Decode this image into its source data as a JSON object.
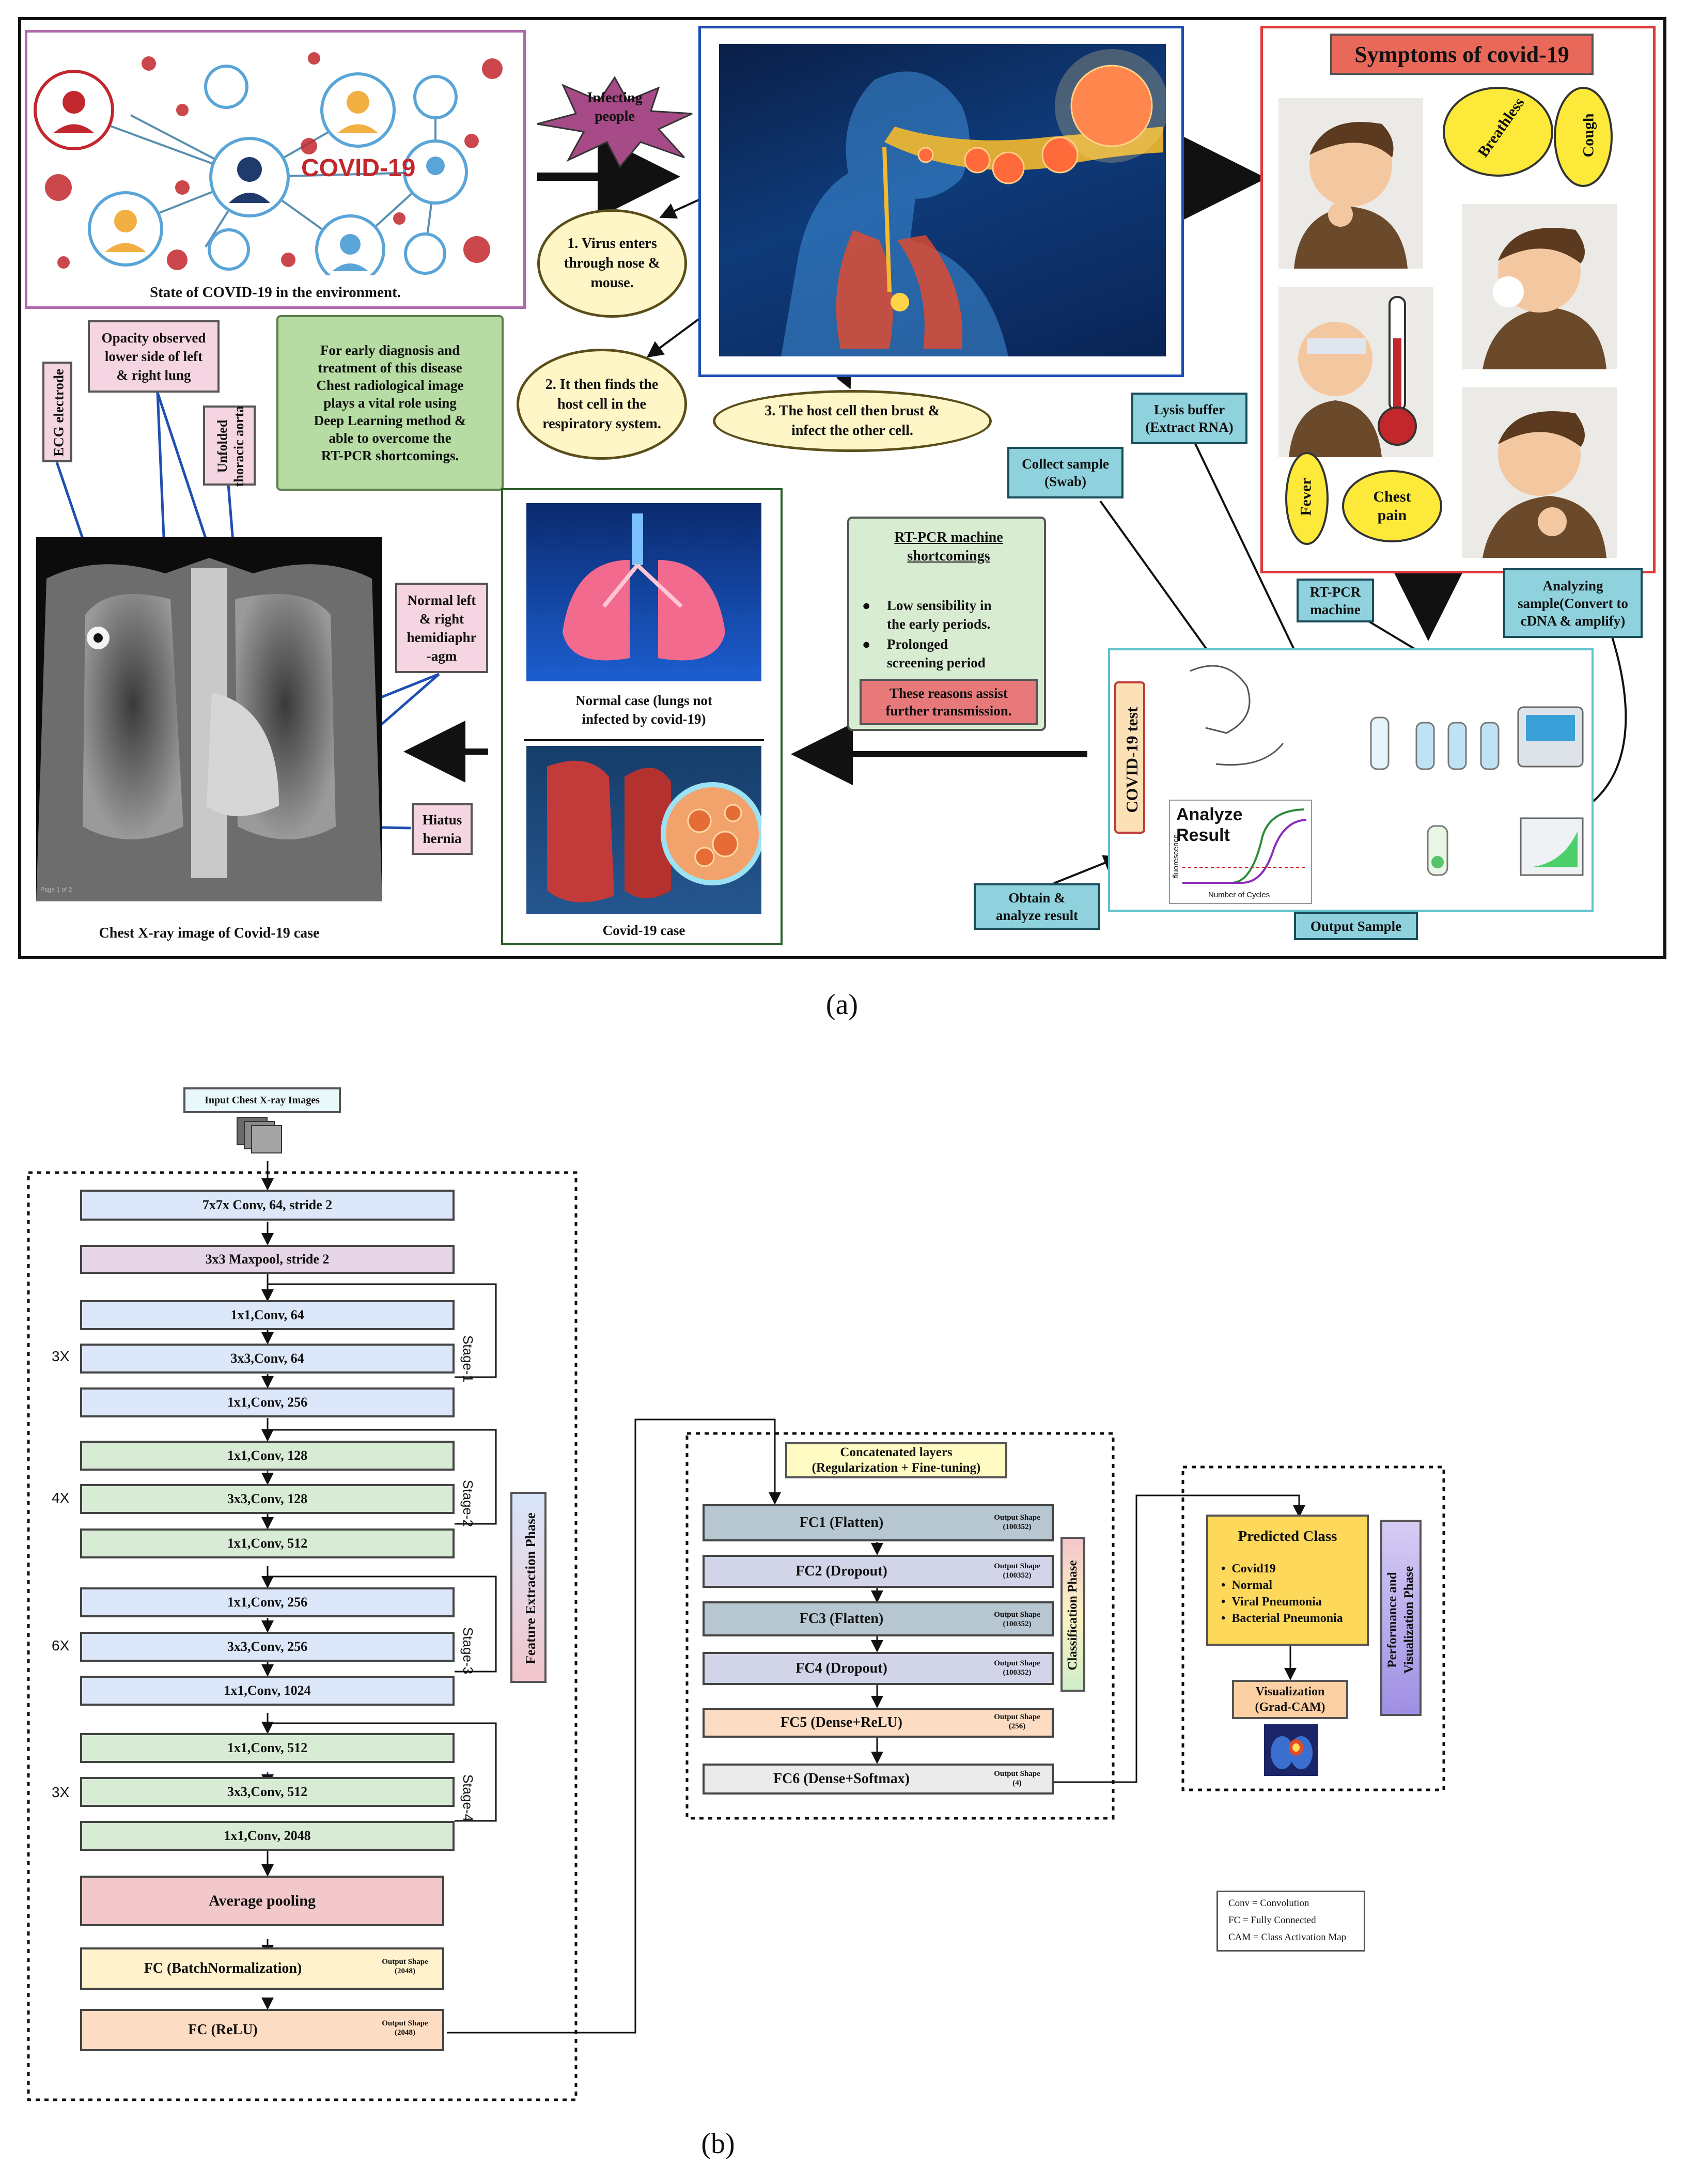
{
  "caption_a": "(a)",
  "caption_b": "(b)",
  "part_a": {
    "environment_caption": "State of COVID-19 in the environment.",
    "covid_label": "COVID-19",
    "infecting_people": [
      "Infecting",
      "people"
    ],
    "callout_1": [
      "1. Virus enters",
      "through nose &",
      "mouse."
    ],
    "callout_2": [
      "2. It then finds the",
      "host cell in the",
      "respiratory system."
    ],
    "callout_3": [
      "3. The host cell then brust &",
      "infect the other cell."
    ],
    "symptoms_title": "Symptoms of covid-19",
    "symptoms": {
      "breathless": "Breathless",
      "cough": "Cough",
      "fever": "Fever",
      "chest_pain": [
        "Chest",
        "pain"
      ]
    },
    "early_diagnosis_note": [
      "For early diagnosis and",
      "treatment of this disease",
      "Chest radiological image",
      "plays a vital role using",
      "Deep Learning method &",
      "able to overcome the",
      "RT-PCR shortcomings."
    ],
    "xray_labels": {
      "opacity": [
        "Opacity observed",
        "lower side of left",
        "& right lung"
      ],
      "ecg": "ECG electrode",
      "aorta": [
        "Unfolded",
        "thoracic aorta"
      ],
      "hemidiaphragm": [
        "Normal left",
        "& right",
        "hemidiaphr",
        "-agm"
      ],
      "hiatus": [
        "Hiatus",
        "hernia"
      ]
    },
    "xray_caption": "Chest X-ray image of Covid-19 case",
    "xray_page_text": "Page 1 of 2",
    "normal_case": [
      "Normal case (lungs not",
      "infected by covid-19)"
    ],
    "covid_case": "Covid-19  case",
    "shortcomings": {
      "title": [
        "RT-PCR machine",
        "shortcomings"
      ],
      "bullets": [
        [
          "Low  sensibility  in",
          "the early periods."
        ],
        [
          "Prolonged",
          "screening period"
        ]
      ],
      "warning": [
        "These reasons assist",
        "further transmission."
      ]
    },
    "collect_sample": [
      "Collect sample",
      "(Swab)"
    ],
    "lysis_buffer": [
      "Lysis buffer",
      "(Extract RNA)"
    ],
    "rtpcr_machine": [
      "RT-PCR",
      "machine"
    ],
    "analyzing_sample": [
      "Analyzing",
      "sample(Convert to",
      "cDNA & amplify)"
    ],
    "covid_test": "COVID-19 test",
    "analyze_result": [
      "Analyze",
      "Result"
    ],
    "graph_ylabel": "fluorescence",
    "graph_xlabel": "Number of Cycles",
    "obtain_result": [
      "Obtain &",
      "analyze result"
    ],
    "output_sample": "Output Sample"
  },
  "part_b": {
    "input_label": "Input Chest X-ray Images",
    "layers": {
      "conv7": "7x7x Conv, 64, stride 2",
      "maxpool": "3x3 Maxpool, stride 2",
      "s1a": "1x1,Conv, 64",
      "s1b": "3x3,Conv, 64",
      "s1c": "1x1,Conv, 256",
      "s2a": "1x1,Conv, 128",
      "s2b": "3x3,Conv, 128",
      "s2c": "1x1,Conv, 512",
      "s3a": "1x1,Conv, 256",
      "s3b": "3x3,Conv, 256",
      "s3c": "1x1,Conv, 1024",
      "s4a": "1x1,Conv, 512",
      "s4b": "3x3,Conv, 512",
      "s4c": "1x1,Conv, 2048",
      "avgpool": "Average pooling",
      "fc_bn": "FC (BatchNormalization)",
      "fc_relu": "FC (ReLU)"
    },
    "repeats": {
      "s1": "3X",
      "s2": "4X",
      "s3": "6X",
      "s4": "3X"
    },
    "stages": {
      "s1": "Stage-1",
      "s2": "Stage-2",
      "s3": "Stage-3",
      "s4": "Stage-4"
    },
    "output_shape_label": [
      "Output Shape"
    ],
    "shapes": {
      "fc_bn": "(2048)",
      "fc_relu": "(2048)",
      "fc1": "(100352)",
      "fc2": "(100352)",
      "fc3": "(100352)",
      "fc4": "(100352)",
      "fc5": "(256)",
      "fc6": "(4)"
    },
    "feature_phase": "Feature Extraction Phase",
    "concat": [
      "Concatenated layers",
      "(Regularization + Fine-tuning)"
    ],
    "fc_layers": {
      "fc1": "FC1 (Flatten)",
      "fc2": "FC2 (Dropout)",
      "fc3": "FC3 (Flatten)",
      "fc4": "FC4 (Dropout)",
      "fc5": "FC5 (Dense+ReLU)",
      "fc6": "FC6 (Dense+Softmax)"
    },
    "classification_phase": "Classification Phase",
    "predicted": {
      "title": "Predicted Class",
      "classes": [
        "Covid19",
        "Normal",
        "Viral Pneumonia",
        "Bacterial Pneumonia"
      ]
    },
    "visualization": [
      "Visualization",
      "(Grad-CAM)"
    ],
    "perf_phase": [
      "Performance and",
      "Visualization Phase"
    ],
    "legend": [
      "Conv = Convolution",
      "FC = Fully Connected",
      "CAM = Class Activation Map"
    ]
  }
}
